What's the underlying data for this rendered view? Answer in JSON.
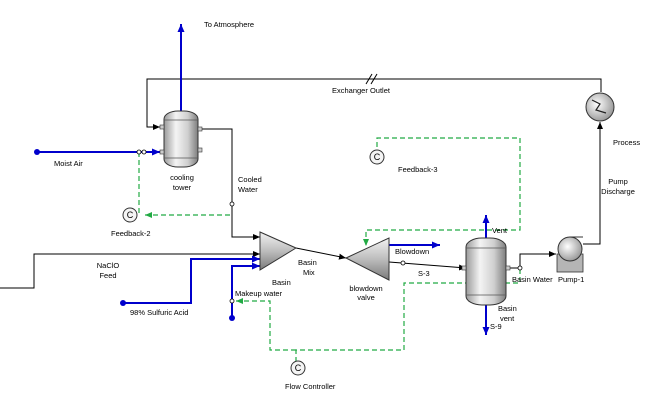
{
  "colors": {
    "stream": "#000000",
    "feed": "#0000cc",
    "control": "#22aa44",
    "vessel_light": "#f4f4f4",
    "vessel_dark": "#8c8c8c"
  },
  "labels": {
    "to_atmosphere": "To Atmosphere",
    "exchanger_outlet": "Exchanger Outlet",
    "moist_air": "Moist Air",
    "cooling_tower_1": "cooling",
    "cooling_tower_2": "tower",
    "cooled_water_1": "Cooled",
    "cooled_water_2": "Water",
    "feedback_2": "Feedback-2",
    "feedback_3": "Feedback-3",
    "process": "Process",
    "pump_discharge_1": "Pump",
    "pump_discharge_2": "Discharge",
    "naclo_feed_1": "NaClO",
    "naclo_feed_2": "Feed",
    "basin_1": "Basin",
    "basin_2": "Mix",
    "basin_3": "Basin",
    "makeup_water": "Makeup water",
    "sulfuric_acid": "98% Sulfuric Acid",
    "blowdown": "Blowdown",
    "blowdown_valve_1": "blowdown",
    "blowdown_valve_2": "valve",
    "s3": "S-3",
    "vent": "Vent",
    "basin_water": "Basin Water",
    "pump_1": "Pump-1",
    "basin_vent_1": "Basin",
    "basin_vent_2": "vent",
    "s9": "S-9",
    "flow_controller": "Flow Controller",
    "controller_symbol": "C"
  }
}
